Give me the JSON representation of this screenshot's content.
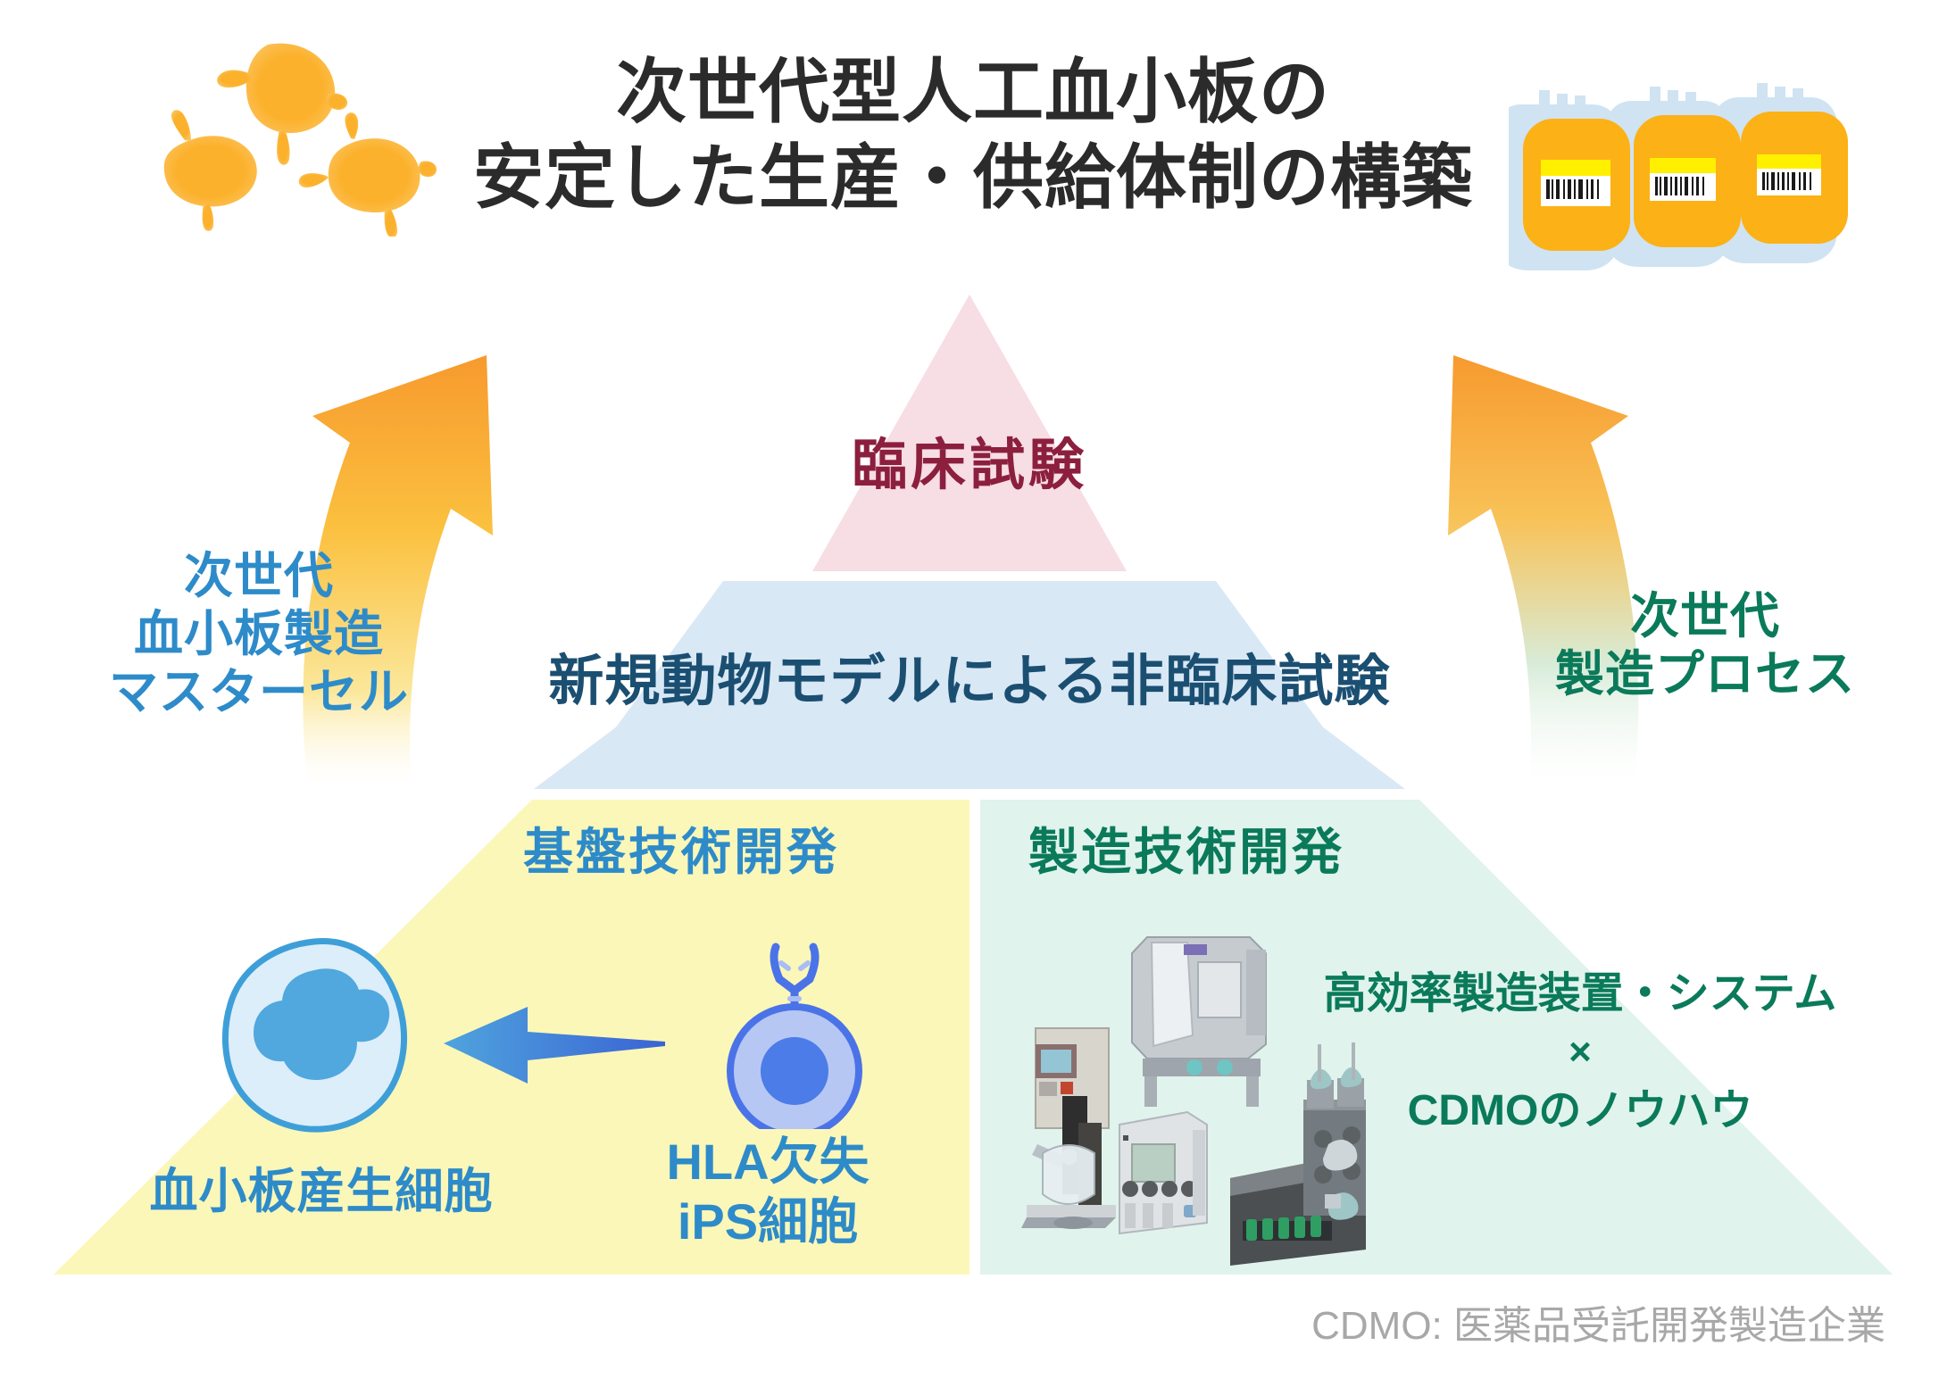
{
  "title": {
    "line1": "次世代型人工血小板の",
    "line2": "安定した生産・供給体制の構築"
  },
  "pyramid": {
    "apex_label": "臨床試験",
    "middle_label": "新規動物モデルによる非臨床試験",
    "bottom_left_label": "基盤技術開発",
    "bottom_right_label": "製造技術開発"
  },
  "left_arrow": {
    "line1": "次世代",
    "line2": "血小板製造",
    "line3": "マスターセル"
  },
  "right_arrow": {
    "line1": "次世代",
    "line2": "製造プロセス"
  },
  "foundation_block": {
    "cell_label": "血小板産生細胞",
    "ips_label_line1": "HLA欠失",
    "ips_label_line2": "iPS細胞"
  },
  "manufacturing_block": {
    "line1": "高効率製造装置・システム",
    "times": "×",
    "line2": "CDMOのノウハウ"
  },
  "footer": {
    "note": "CDMO: 医薬品受託開発製造企業"
  },
  "icons": {
    "platelets": "platelet-cluster-icon",
    "blood_bags": "blood-bag-trio-icon",
    "megakaryocyte": "megakaryocyte-cell-icon",
    "ips_cell": "ips-cell-icon",
    "cell_arrow": "left-arrow-icon",
    "equipment": "manufacturing-equipment-icon"
  },
  "colors": {
    "title_text": "#2b2b2b",
    "apex_fill": "#f7dde4",
    "apex_text": "#8c1f3e",
    "middle_fill": "#d9e8f5",
    "middle_text": "#1b4f72",
    "bottom_left_fill": "#fbf7b8",
    "bottom_left_text": "#2e8bc9",
    "bottom_right_fill": "#e0f3ec",
    "bottom_right_text": "#0a7a5a",
    "platelet_orange": "#fbb03b",
    "arrow_orange": "#f7a233",
    "footer_gray": "#a8a8a8"
  }
}
